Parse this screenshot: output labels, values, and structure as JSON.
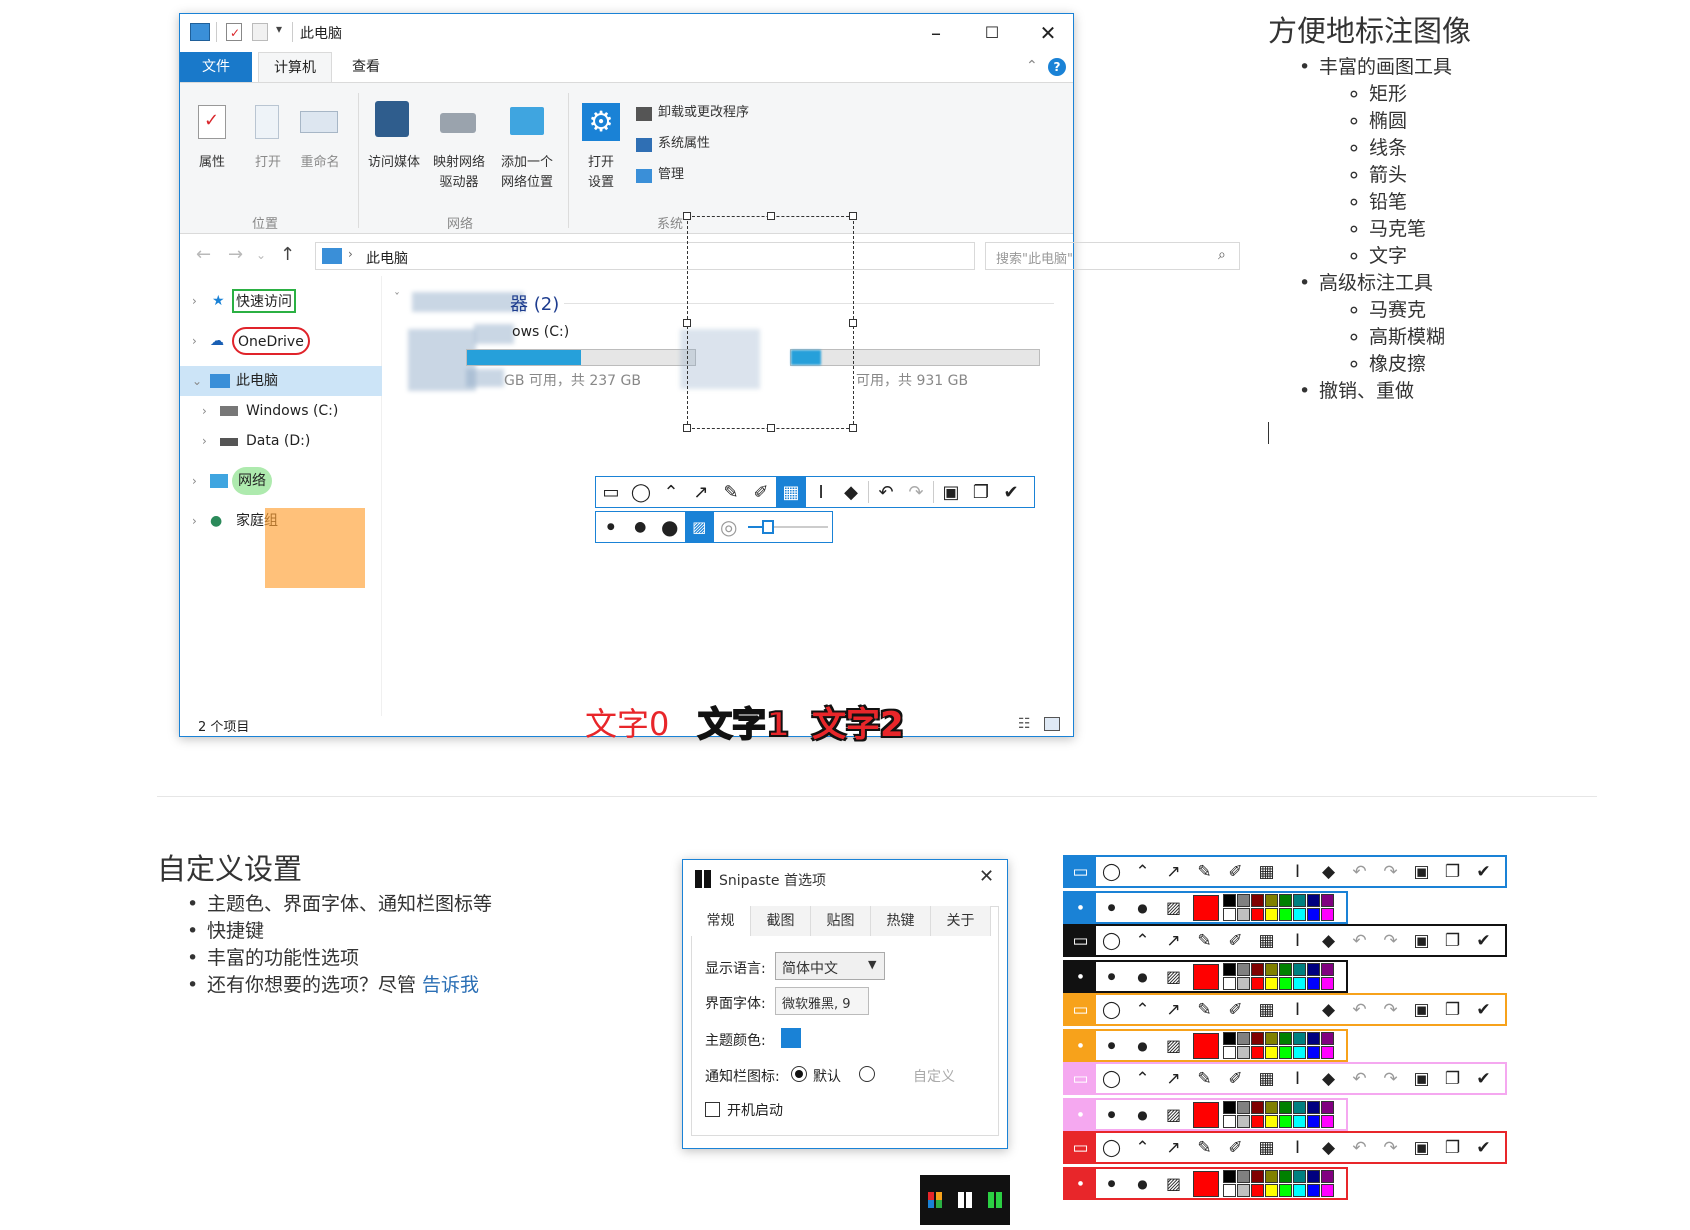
{
  "explorer": {
    "title": "此电脑",
    "tabs": {
      "file": "文件",
      "computer": "计算机",
      "view": "查看"
    },
    "ribbon": {
      "properties": "属性",
      "open": "打开",
      "rename": "重命名",
      "access_media": "访问媒体",
      "map_drive_1": "映射网络",
      "map_drive_2": "驱动器",
      "add_location_1": "添加一个",
      "add_location_2": "网络位置",
      "open_settings_1": "打开",
      "open_settings_2": "设置",
      "uninstall": "卸载或更改程序",
      "system_props": "系统属性",
      "manage": "管理",
      "group_location": "位置",
      "group_network": "网络",
      "group_system": "系统"
    },
    "address": {
      "path": "此电脑",
      "search_placeholder": "搜索\"此电脑\""
    },
    "sidebar": [
      {
        "label": "快速访问"
      },
      {
        "label": "OneDrive"
      },
      {
        "label": "此电脑"
      },
      {
        "label": "Windows (C:)"
      },
      {
        "label": "Data (D:)"
      },
      {
        "label": "网络"
      },
      {
        "label": "家庭组"
      }
    ],
    "group_header": "器 (2)",
    "drive_c": {
      "name": "ows (C:)",
      "space": "GB 可用，共 237 GB",
      "used_fraction": 0.5
    },
    "drive_d": {
      "space": "可用，共 931 GB",
      "used_fraction": 0.12
    },
    "text_samples": {
      "t0": "文字0",
      "t1": "文字1",
      "t2": "文字2"
    },
    "status": "2 个项目"
  },
  "features": {
    "title": "方便地标注图像",
    "items": [
      {
        "label": "丰富的画图工具",
        "children": [
          "矩形",
          "椭圆",
          "线条",
          "箭头",
          "铅笔",
          "马克笔",
          "文字"
        ]
      },
      {
        "label": "高级标注工具",
        "children": [
          "马赛克",
          "高斯模糊",
          "橡皮擦"
        ]
      },
      {
        "label": "撤销、重做",
        "children": []
      }
    ]
  },
  "custom": {
    "title": "自定义设置",
    "items": [
      "主题色、界面字体、通知栏图标等",
      "快捷键",
      "丰富的功能性选项"
    ],
    "last_item_prefix": "还有你想要的选项？尽管 ",
    "last_item_link": "告诉我",
    "link_color": "#2b6fb5"
  },
  "prefs": {
    "title": "Snipaste 首选项",
    "tabs": [
      "常规",
      "截图",
      "贴图",
      "热键",
      "关于"
    ],
    "language_label": "显示语言:",
    "language_value": "简体中文",
    "font_label": "界面字体:",
    "font_value": "微软雅黑, 9",
    "theme_label": "主题颜色:",
    "theme_color": "#1a82d6",
    "tray_label": "通知栏图标:",
    "tray_default": "默认",
    "tray_custom": "自定义",
    "startup_label": "开机启动"
  },
  "themes": [
    {
      "color": "#1a82d6"
    },
    {
      "color": "#111111"
    },
    {
      "color": "#f7a21b"
    },
    {
      "color": "#f5a8f0"
    },
    {
      "color": "#e8262a"
    }
  ],
  "palette_colors": [
    "#000000",
    "#808080",
    "#800000",
    "#808000",
    "#008000",
    "#008080",
    "#000080",
    "#800080",
    "#ffffff",
    "#c0c0c0",
    "#ff0000",
    "#ffff00",
    "#00ff00",
    "#00ffff",
    "#0000ff",
    "#ff00ff"
  ],
  "icons": {
    "rect": "▭",
    "ellipse": "◯",
    "line": "⌃",
    "arrow": "↗",
    "pencil": "✎",
    "marker": "✐",
    "mosaic": "▦",
    "text": "I",
    "eraser": "◆",
    "undo": "↶",
    "redo": "↷",
    "save": "▣",
    "copy": "❐",
    "done": "✔"
  }
}
